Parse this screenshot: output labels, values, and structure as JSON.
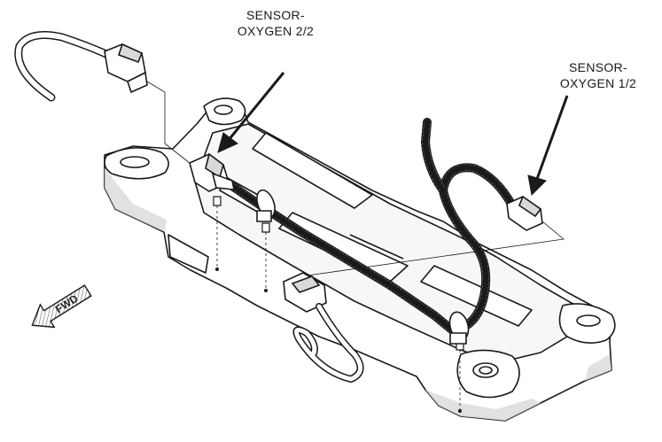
{
  "callouts": {
    "sensor_oxygen_2_2": {
      "line1": "SENSOR-",
      "line2": "OXYGEN 2/2"
    },
    "sensor_oxygen_1_2": {
      "line1": "SENSOR-",
      "line2": "OXYGEN 1/2"
    }
  },
  "direction_indicator": {
    "label": "FWD"
  },
  "colors": {
    "line": "#1a1a1a",
    "fill": "#ffffff",
    "shade": "#d9d9d9"
  }
}
